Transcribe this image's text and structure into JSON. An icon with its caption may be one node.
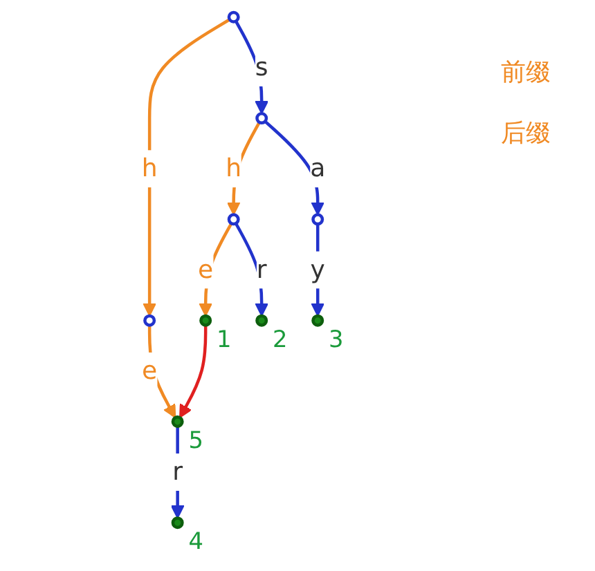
{
  "diagram": {
    "nodes": [
      {
        "text": [],
        "shape": "circle"
      },
      {
        "text": [],
        "shape": "circle"
      },
      {
        "text": [],
        "shape": "circle"
      },
      {
        "text": [],
        "shape": "circle"
      },
      {
        "text": [],
        "shape": "circle"
      },
      {
        "text": [],
        "shape": "circle",
        "beside": [
          "5"
        ]
      },
      {
        "text": [],
        "shape": "circle",
        "beside": [
          "1"
        ]
      },
      {
        "text": [],
        "shape": "circle",
        "beside": [
          "2"
        ]
      },
      {
        "text": [],
        "shape": "circle",
        "beside": [
          "3"
        ]
      },
      {
        "text": [],
        "shape": "circle",
        "beside": [
          "4"
        ]
      }
    ],
    "edges": [
      {
        "from": 0,
        "to": 1,
        "label": "s",
        "arrow": "to"
      },
      {
        "from": 0,
        "to": 2,
        "label": "h",
        "arrow": "to",
        "color": "#f08a24"
      },
      {
        "from": 1,
        "to": 3,
        "label": "h",
        "arrow": "to",
        "color": "#f08a24"
      },
      {
        "from": 1,
        "to": 4,
        "label": "a",
        "arrow": "to"
      },
      {
        "from": 2,
        "to": 5,
        "label": "e",
        "arrow": "to",
        "color": "#f08a24"
      },
      {
        "from": 3,
        "to": 6,
        "label": "e",
        "arrow": "to",
        "color": "#f08a24"
      },
      {
        "from": 3,
        "to": 7,
        "label": "r",
        "arrow": "to"
      },
      {
        "from": 4,
        "to": 8,
        "label": "y",
        "arrow": "to"
      },
      {
        "from": 5,
        "to": 9,
        "label": "r",
        "arrow": "to"
      },
      {
        "from": 6,
        "to": 5,
        "arrow": "to",
        "color": "#e02020"
      }
    ],
    "labels": [
      "前缀",
      "后缀"
    ]
  }
}
